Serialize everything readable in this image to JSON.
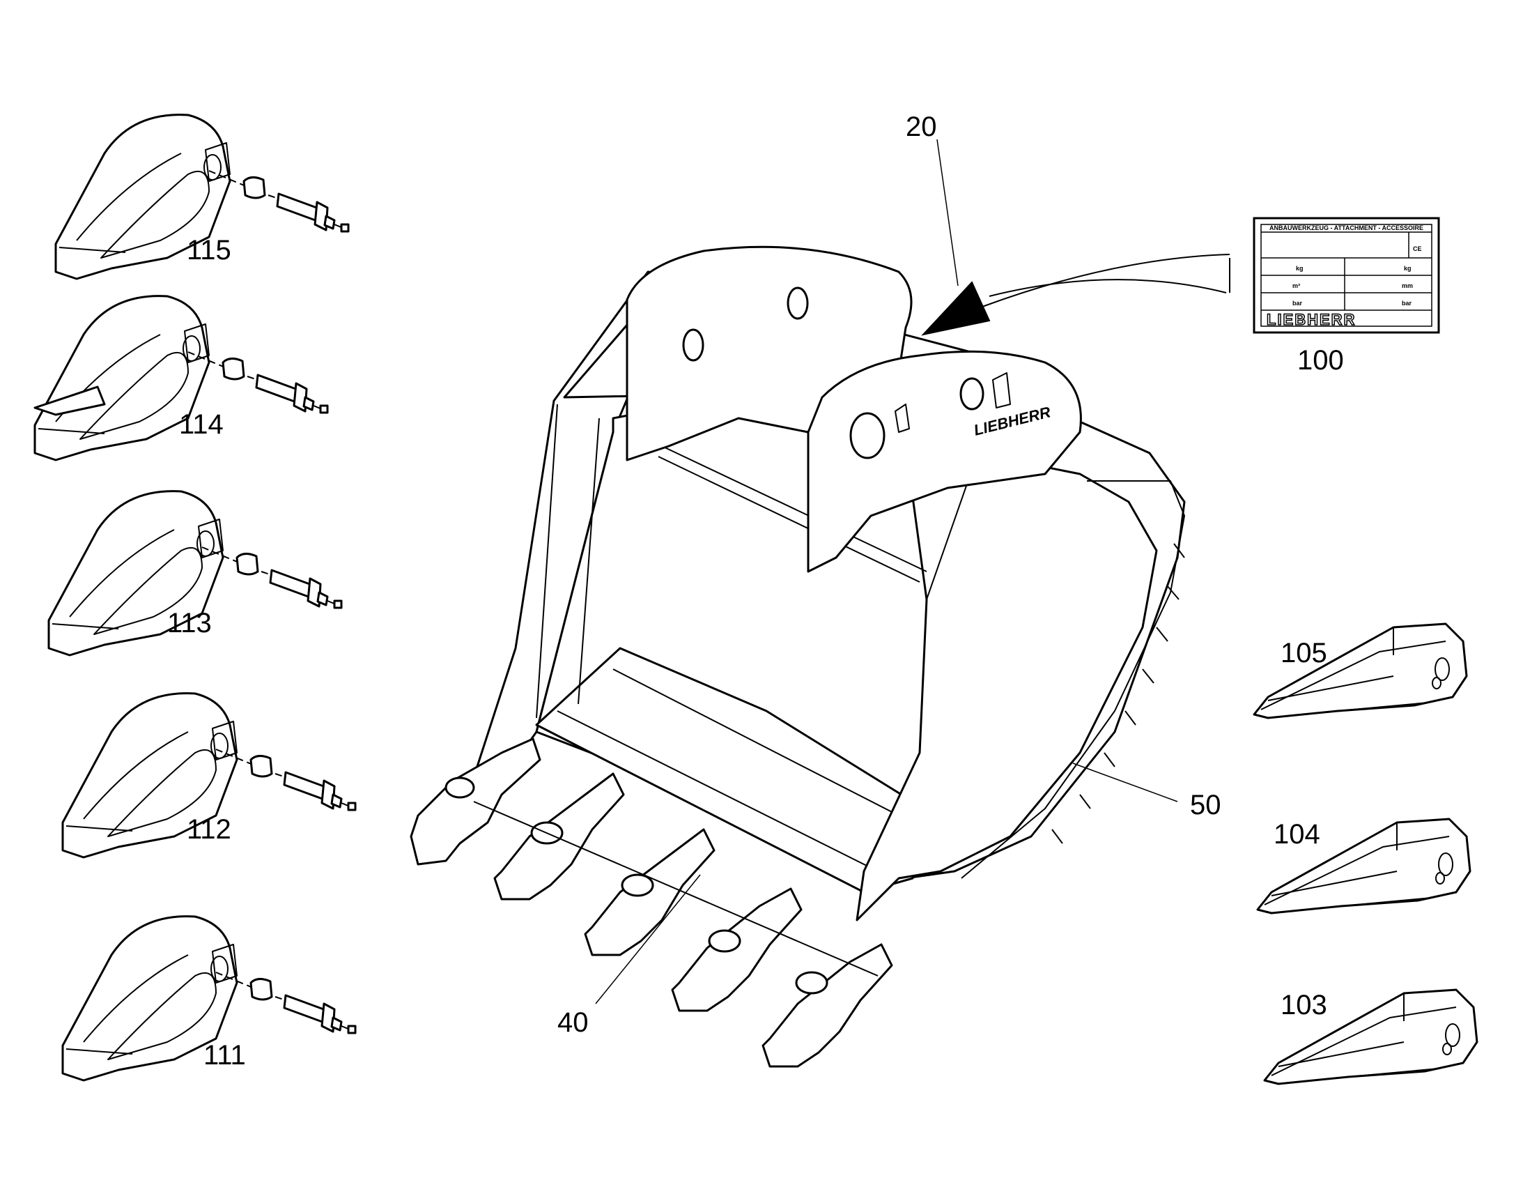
{
  "callouts": {
    "c20": "20",
    "c100": "100",
    "c50": "50",
    "c40": "40",
    "c105": "105",
    "c104": "104",
    "c103": "103",
    "c115": "115",
    "c114": "114",
    "c113": "113",
    "c112": "112",
    "c111": "111"
  },
  "plate": {
    "header": "ANBAUWERKZEUG - ATTACHMENT - ACCESSOIRE",
    "ce": "CE",
    "r1a": "kg",
    "r1b": "kg",
    "r2a": "m³",
    "r2b": "mm",
    "r3a": "bar",
    "r3b": "bar",
    "brand": "LIEBHERR"
  },
  "bucket_logo": "LIEBHERR"
}
